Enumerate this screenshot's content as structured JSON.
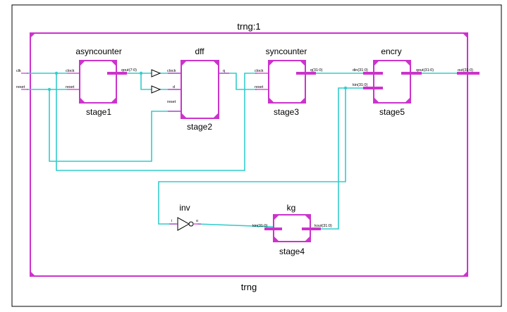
{
  "top": {
    "title": "trng:1",
    "name": "trng"
  },
  "ports": {
    "clk": "clk",
    "reset": "reset",
    "out": "out(31:0)"
  },
  "blocks": {
    "asyncounter": {
      "title": "asyncounter",
      "instance": "stage1",
      "pin_clock": "clock",
      "pin_reset": "reset",
      "pin_out": "qout(7:0)"
    },
    "dff": {
      "title": "dff",
      "instance": "stage2",
      "pin_clock": "clock",
      "pin_d": "d",
      "pin_reset": "reset",
      "pin_q": "q"
    },
    "syncounter": {
      "title": "syncounter",
      "instance": "stage3",
      "pin_clock": "clock",
      "pin_reset": "reset",
      "pin_out": "q(31:0)"
    },
    "encry": {
      "title": "encry",
      "instance": "stage5",
      "pin_din": "din(31:0)",
      "pin_kin": "kin(31:0)",
      "pin_out": "qout(31:0)"
    },
    "inv": {
      "title": "inv",
      "pin_i": "i",
      "pin_o": "o"
    },
    "kg": {
      "title": "kg",
      "instance": "stage4",
      "pin_in": "kin(31:0)",
      "pin_out": "kout(31:0)"
    }
  },
  "colors": {
    "component": "#cc33cc",
    "wire": "#33cccc",
    "text": "#000000"
  }
}
